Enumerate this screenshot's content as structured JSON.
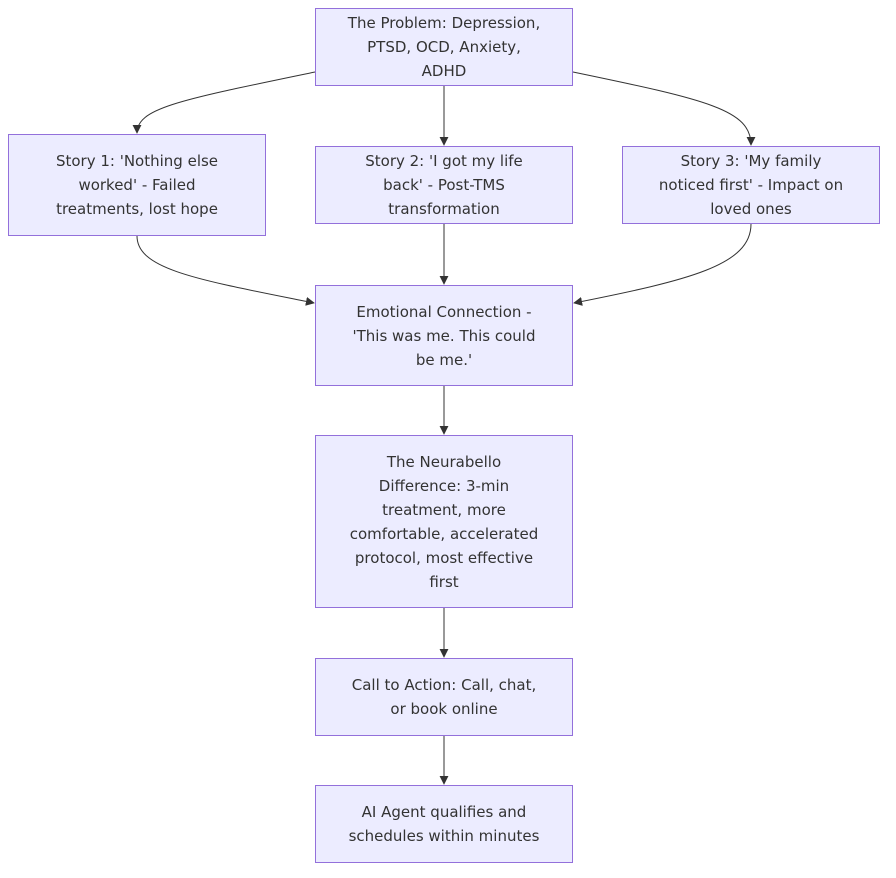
{
  "diagram": {
    "type": "flowchart",
    "colors": {
      "node_fill": "#ECECFF",
      "node_border": "#9370DB",
      "text": "#333333",
      "edge": "#333333"
    },
    "nodes": {
      "problem": "The Problem: Depression, PTSD, OCD, Anxiety, ADHD",
      "story1": "Story 1: 'Nothing else worked' - Failed treatments, lost hope",
      "story2": "Story 2: 'I got my life back' - Post-TMS transformation",
      "story3": "Story 3: 'My family noticed first' - Impact on loved ones",
      "emotion": "Emotional Connection - 'This was me. This could be me.'",
      "difference": "The Neurabello Difference: 3-min treatment, more comfortable, accelerated protocol, most effective first",
      "cta": "Call to Action: Call, chat, or book online",
      "ai_agent": "AI Agent qualifies and schedules within minutes"
    },
    "edges": [
      {
        "from": "problem",
        "to": "story1"
      },
      {
        "from": "problem",
        "to": "story2"
      },
      {
        "from": "problem",
        "to": "story3"
      },
      {
        "from": "story1",
        "to": "emotion"
      },
      {
        "from": "story2",
        "to": "emotion"
      },
      {
        "from": "story3",
        "to": "emotion"
      },
      {
        "from": "emotion",
        "to": "difference"
      },
      {
        "from": "difference",
        "to": "cta"
      },
      {
        "from": "cta",
        "to": "ai_agent"
      }
    ]
  }
}
